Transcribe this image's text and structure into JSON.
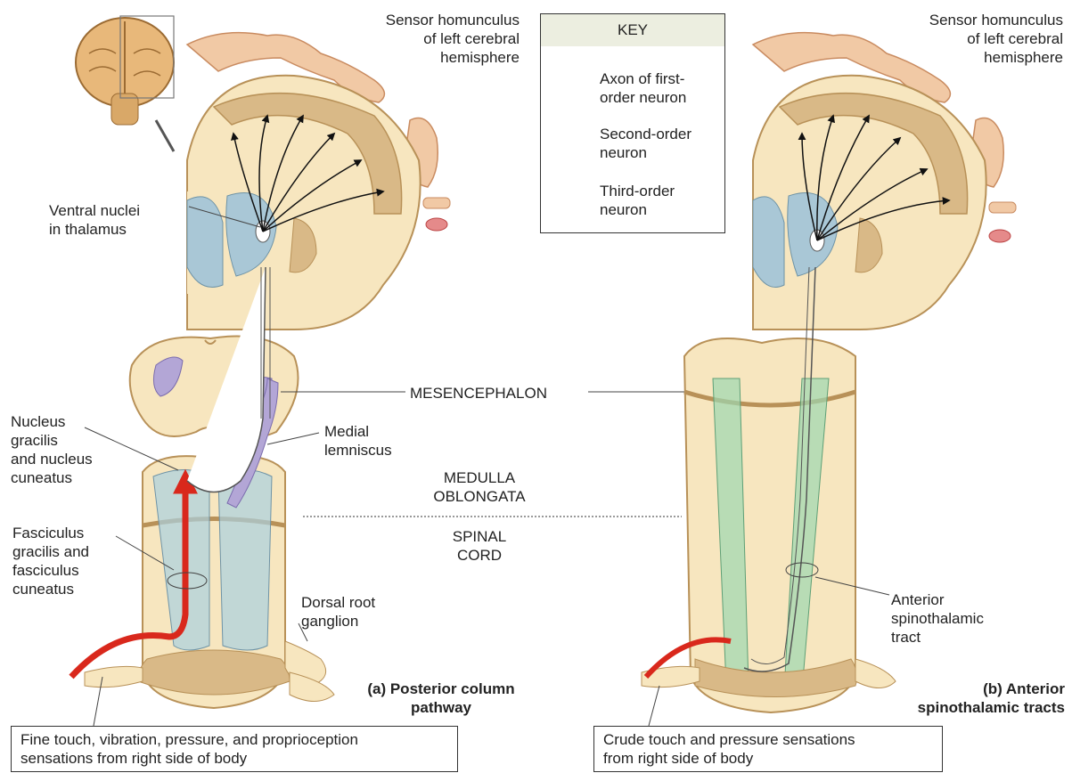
{
  "key": {
    "title": "KEY",
    "items": [
      {
        "label": "Axon of first-\norder neuron",
        "color": "#e02020"
      },
      {
        "label": "Second-order\nneuron",
        "color": "#ffffff"
      },
      {
        "label": "Third-order\nneuron",
        "color": "#111111"
      }
    ]
  },
  "labels": {
    "homunculus_left": "Sensor homunculus\nof left cerebral\nhemisphere",
    "homunculus_right": "Sensor homunculus\nof left cerebral\nhemisphere",
    "ventral_nuclei": "Ventral nuclei\nin thalamus",
    "mesencephalon": "MESENCEPHALON",
    "nucleus_gracilis": "Nucleus\ngracilis\nand nucleus\ncuneatus",
    "medial_lemniscus": "Medial\nlemniscus",
    "medulla": "MEDULLA\nOBLONGATA",
    "spinal_cord": "SPINAL\nCORD",
    "fasciculus": "Fasciculus\ngracilis and\nfasciculus\ncuneatus",
    "dorsal_root": "Dorsal root\nganglion",
    "anterior_tract": "Anterior\nspinothalamic\ntract"
  },
  "panels": {
    "a_title": "(a) Posterior column\npathway",
    "b_title": "(b) Anterior\nspinothalamic tracts"
  },
  "captions": {
    "left": "Fine touch, vibration, pressure, and proprioception\nsensations from right side of body",
    "right": "Crude touch and pressure sensations\nfrom right side of body"
  },
  "colors": {
    "tissue": "#f7e6bf",
    "cortex": "#d9b987",
    "thalamus": "#a9c7d6",
    "lemniscus": "#b3a6d6",
    "first_order": "#d9281c",
    "tract_green": "#9dd7b0",
    "skin": "#f1c9a5"
  }
}
